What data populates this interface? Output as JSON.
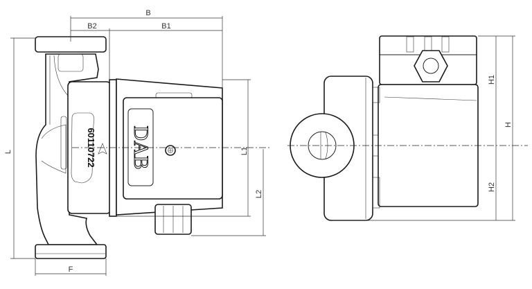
{
  "title": "Circulator pump dimensional drawing",
  "dimensions": {
    "B": "B",
    "B1": "B1",
    "B2": "B2",
    "L": "L",
    "F": "F",
    "L1": "L1",
    "L2": "L2",
    "H": "H",
    "H1": "H1",
    "H2": "H2"
  },
  "pump": {
    "model_code": "60110722",
    "brand_logo": "DAB"
  }
}
